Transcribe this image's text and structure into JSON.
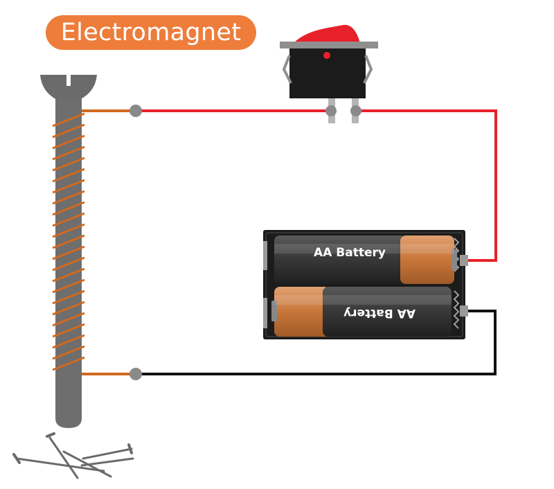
{
  "title": "Electromagnet",
  "battery_top_label": "AA Battery",
  "battery_bottom_label": "AA Battery",
  "components": {
    "switch": "rocker-switch",
    "battery_holder": "2xAA-battery-holder",
    "core": "screw-with-copper-coil",
    "attracted_objects": "nails"
  },
  "colors": {
    "title_background": "#ee7d3b",
    "positive_wire": "#e8202a",
    "negative_wire": "#111111",
    "coil": "#d2691e",
    "screw": "#6b6b6b",
    "battery_copper": "#c8763a"
  }
}
